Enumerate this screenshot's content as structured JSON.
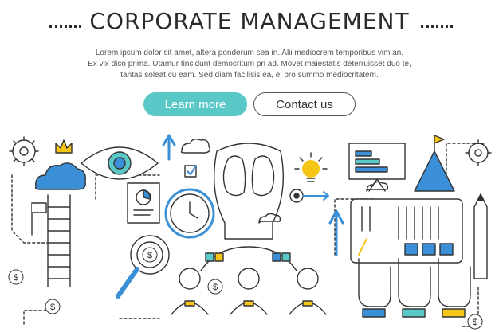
{
  "header": {
    "title": "CORPORATE MANAGEMENT",
    "description_lines": [
      "Lorem ipsum dolor sit amet, altera ponderum sea in. Alii mediocrem temporibus vim an.",
      "Ex vix dico prima. Utamur tincidunt democritum pri ad. Movet maiestatis deterruisset duo te,",
      "tantas soleat cu eam. Sed diam facilisis ea, ei pro summo mediocritatem."
    ]
  },
  "buttons": {
    "learn_more": "Learn more",
    "contact_us": "Contact us"
  },
  "illustration": {
    "labels": {
      "dollar": "$"
    },
    "colors": {
      "accent_blue": "#3a8fd6",
      "accent_teal": "#5bc8c8",
      "accent_yellow": "#f5c518",
      "line": "#333333"
    },
    "icons": [
      "gear-icon",
      "crown-icon",
      "cloud-icon",
      "ladder-icon",
      "eye-icon",
      "clock-icon",
      "magnifier-icon",
      "brain-head-icon",
      "lightbulb-icon",
      "target-icon",
      "presentation-board-icon",
      "mountain-flag-icon",
      "pencil-icon",
      "people-icon",
      "hands-icon",
      "dollar-coin-icon"
    ]
  }
}
